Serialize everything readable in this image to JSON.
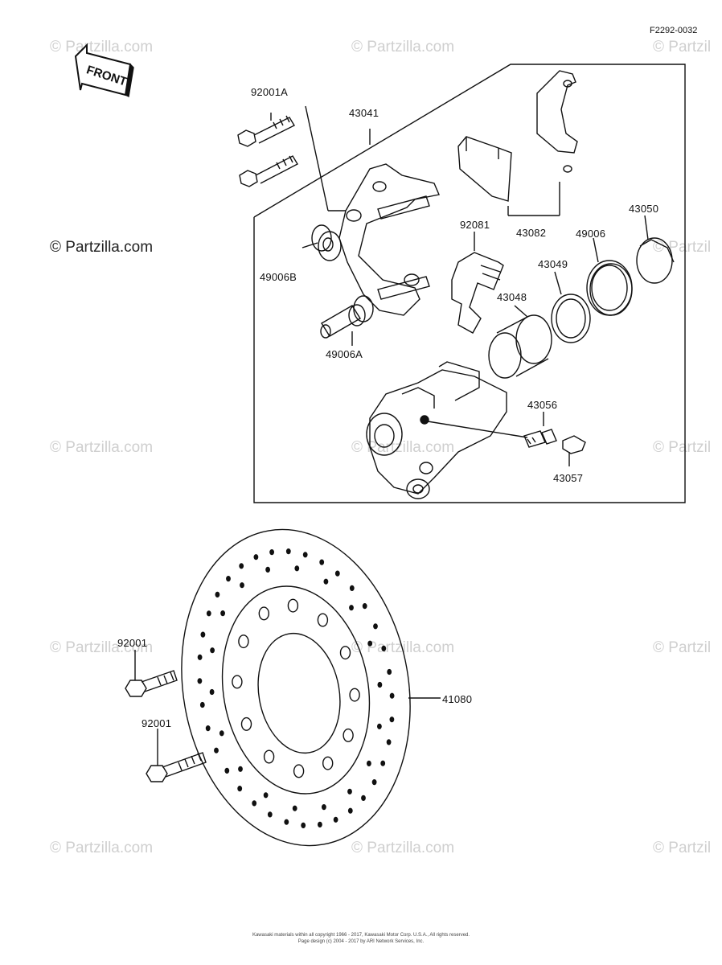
{
  "diagram_code": "F2292-0032",
  "front_label": "FRONT",
  "watermark": "© Partzilla.com",
  "watermark_partial": "© Partzil",
  "parts": {
    "p92001A": "92001A",
    "p43041": "43041",
    "p49006B": "49006B",
    "p49006A": "49006A",
    "p92081": "92081",
    "p43082": "43082",
    "p43050": "43050",
    "p49006": "49006",
    "p43049": "43049",
    "p43048": "43048",
    "p43056": "43056",
    "p43057": "43057",
    "p92001_top": "92001",
    "p92001_bottom": "92001",
    "p41080": "41080"
  },
  "footer": {
    "line1": "Kawasaki materials within all copyright 1966 - 2017, Kawasaki Motor Corp. U.S.A., All rights reserved.",
    "line2": "Page design (c) 2004 - 2017 by ARI Network Services, Inc."
  }
}
